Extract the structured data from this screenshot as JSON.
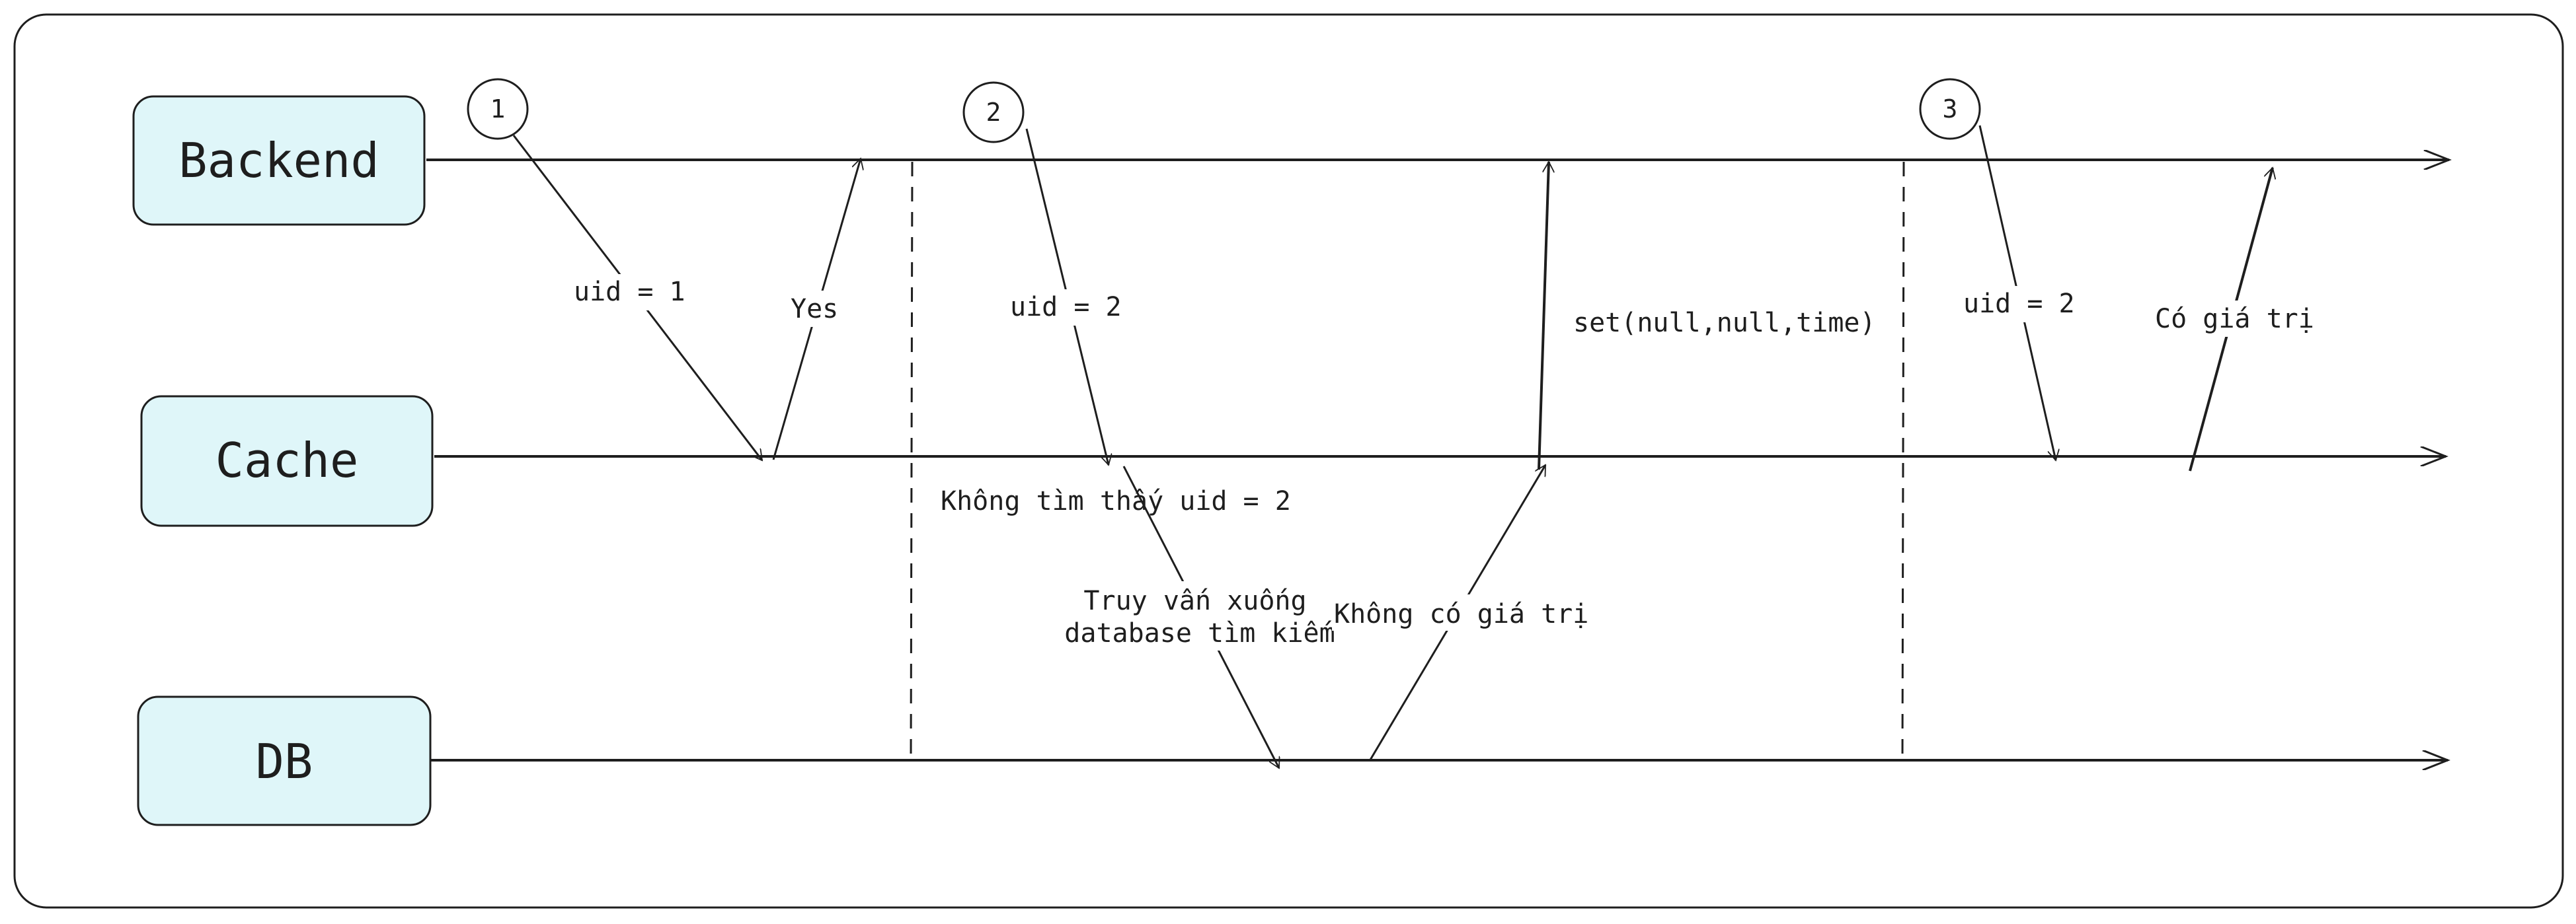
{
  "colors": {
    "stroke": "#1e1e1e",
    "box_fill": "#dff6f9",
    "background": "#ffffff"
  },
  "participants": {
    "backend": "Backend",
    "cache": "Cache",
    "db": "DB"
  },
  "steps": [
    "1",
    "2",
    "3"
  ],
  "messages": {
    "m1_request": "uid = 1",
    "m1_response": "Yes",
    "m2_request": "uid = 2",
    "m2_not_found": "Không tìm thấy uid = 2",
    "m2_query_line1": "Truy vấn xuống",
    "m2_query_line2": "database tìm kiếm",
    "m2_db_response": "Không có giá trị",
    "m2_set": "set(null,null,time)",
    "m3_request": "uid = 2",
    "m3_response": "Có giá trị"
  }
}
